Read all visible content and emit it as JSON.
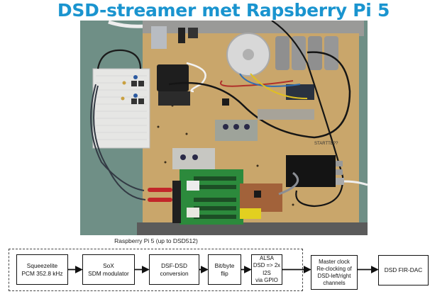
{
  "title": "DSD-streamer met Rapsberry Pi 5",
  "colors": {
    "title": "#1a94cf",
    "board": "#c9a66b",
    "background_mat": "#6f8f86",
    "line": "#111111"
  },
  "photo": {
    "description": "Top view of DIY DSD streamer build on wooden base board with toroidal transformer, capacitors, breadboard, Raspberry Pi 5, DAC boards and RCA outputs",
    "visible_text": "STARTTE??"
  },
  "diagram": {
    "group_label": "Raspberry Pi 5 (up to DSD512)",
    "blocks": [
      {
        "id": "squeezelite",
        "lines": "Squeezelite\nPCM 352.8 kHz"
      },
      {
        "id": "sox",
        "lines": "SoX\nSDM modulator"
      },
      {
        "id": "dsf-dsd",
        "lines": "DSF-DSD\nconversion"
      },
      {
        "id": "bitflip",
        "lines": "Bit/byte\nflip"
      },
      {
        "id": "alsa",
        "lines": "ALSA\nDSD => 2x I2S\nvia GPIO"
      },
      {
        "id": "masterclock",
        "lines": "Master clock\nRe-clocking of\nDSD-left/right\nchannels"
      },
      {
        "id": "dac",
        "lines": "DSD FIR-DAC"
      }
    ]
  }
}
